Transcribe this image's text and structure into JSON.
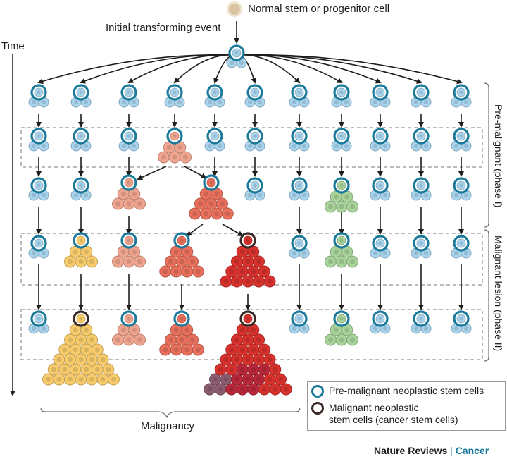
{
  "top_legend": {
    "label": "Normal stem or progenitor cell",
    "color": "#d9c3a1"
  },
  "event_label": "Initial transforming event",
  "time_label": "Time",
  "phases": {
    "phase1": "Pre-malignant (phase I)",
    "phase2": "Malignant lesion (phase II)"
  },
  "malignancy_label": "Malignancy",
  "legend": {
    "pre_malignant": "Pre-malignant neoplastic stem cells",
    "malignant_line1": "Malignant neoplastic",
    "malignant_line2": "stem cells (cancer stem cells)"
  },
  "credit": {
    "journal": "Nature Reviews",
    "separator": "|",
    "section": "Cancer"
  },
  "colors": {
    "stem_ring": "#1b7a9a",
    "malignant_ring": "#3a2a26",
    "blue_cell": "#a9d4ee",
    "salmon_cell": "#f0a590",
    "coral_cell": "#e8705c",
    "red_cell": "#d8322e",
    "yellow_cell": "#f8cc6c",
    "green_cell": "#a8d39a",
    "purple_cell": "#8c5c70"
  }
}
